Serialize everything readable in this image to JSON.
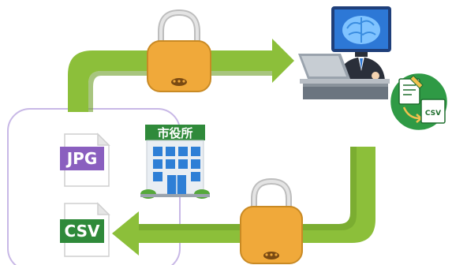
{
  "files": {
    "jpg_label": "JPG",
    "csv_label": "CSV"
  },
  "city_hall": {
    "sign": "市役所"
  },
  "conversion_badge": {
    "label": "CSV"
  },
  "colors": {
    "arrow_green": "#8cbf3a",
    "arrow_green_dark": "#5f8e21",
    "lock_body": "#f0a93a",
    "lock_shackle": "#cfcfcf",
    "jpg_badge": "#8a5fbf",
    "csv_badge": "#2f8a3a",
    "ai_blue": "#2d78d6",
    "city_green": "#2f8a3a",
    "city_blue": "#2e7fd6",
    "frame_purple": "#c8b8e6"
  },
  "icons": [
    "padlock-icon",
    "robot-brain-icon",
    "laptop-icon",
    "csv-conversion-icon",
    "jpg-file-icon",
    "csv-file-icon",
    "city-hall-icon"
  ]
}
